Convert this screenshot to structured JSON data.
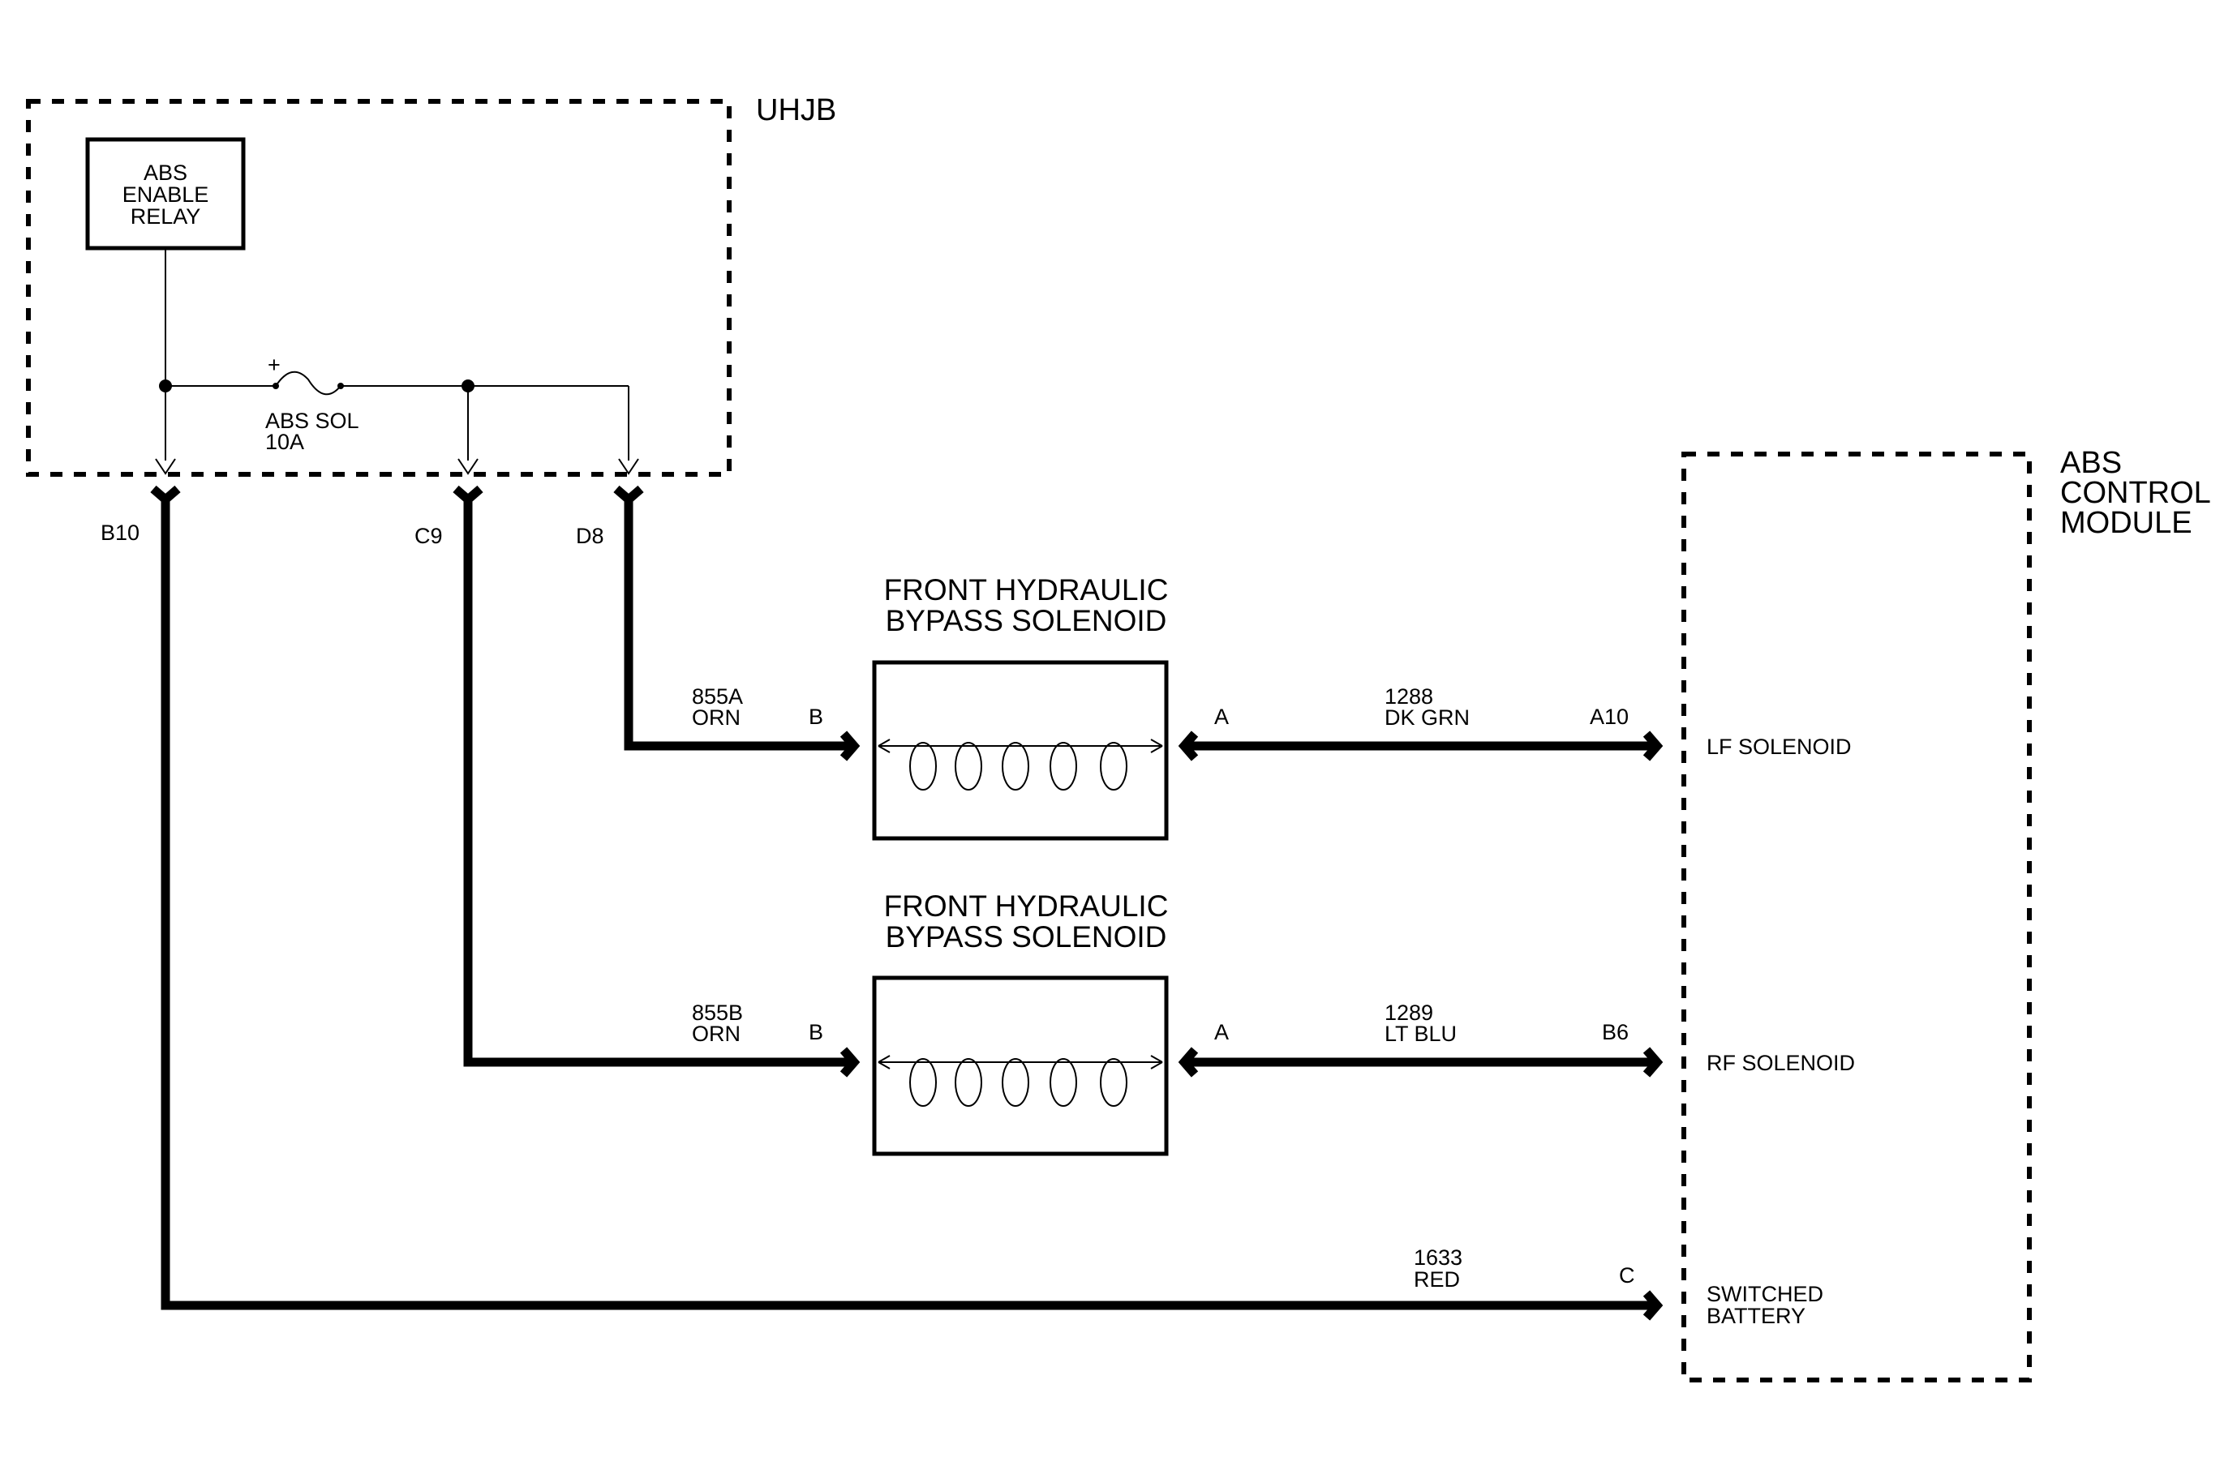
{
  "uhjb": {
    "label": "UHJB"
  },
  "relay": {
    "line1": "ABS",
    "line2": "ENABLE",
    "line3": "RELAY"
  },
  "fuse": {
    "line1": "ABS SOL",
    "line2": "10A",
    "polarity": "+"
  },
  "pins": {
    "b10": "B10",
    "c9": "C9",
    "d8": "D8"
  },
  "module": {
    "line1": "ABS",
    "line2": "CONTROL",
    "line3": "MODULE"
  },
  "solenoid_top": {
    "title1": "FRONT HYDRAULIC",
    "title2": "BYPASS SOLENOID",
    "pin_b": "B",
    "pin_a": "A",
    "wire_left_num": "855A",
    "wire_left_color": "ORN",
    "wire_right_num": "1288",
    "wire_right_color": "DK GRN",
    "module_pin": "A10",
    "module_label": "LF SOLENOID"
  },
  "solenoid_bottom": {
    "title1": "FRONT HYDRAULIC",
    "title2": "BYPASS SOLENOID",
    "pin_b": "B",
    "pin_a": "A",
    "wire_left_num": "855B",
    "wire_left_color": "ORN",
    "wire_right_num": "1289",
    "wire_right_color": "LT BLU",
    "module_pin": "B6",
    "module_label": "RF SOLENOID"
  },
  "battery": {
    "wire_num": "1633",
    "wire_color": "RED",
    "module_pin": "C",
    "module_label1": "SWITCHED",
    "module_label2": "BATTERY"
  }
}
